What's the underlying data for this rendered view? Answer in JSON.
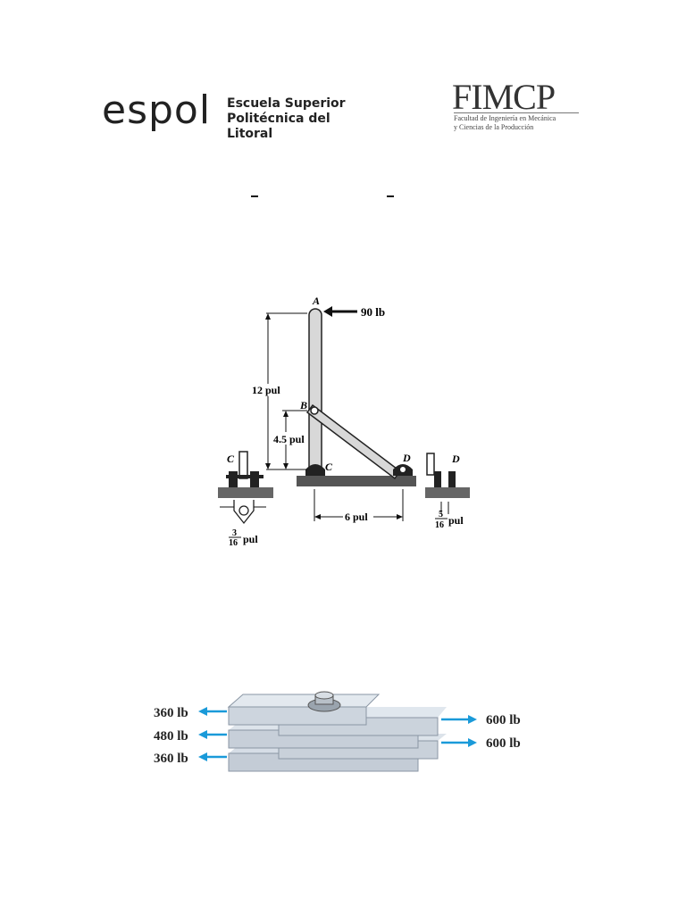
{
  "header": {
    "espol_logo_text": "espol",
    "espol_line1": "Escuela Superior",
    "espol_line2": "Politécnica del Litoral",
    "fimcp_title": "FIMCP",
    "fimcp_line1": "Facultad de Ingeniería en Mecánica",
    "fimcp_line2": "y Ciencias de la Producción"
  },
  "figure1": {
    "label_A": "A",
    "label_B": "B",
    "label_C": "C",
    "label_D": "D",
    "label_C_detail": "C",
    "label_D_detail": "D",
    "force": "90 lb",
    "dim_height": "12 pul",
    "dim_b": "4.5 pul",
    "dim_base": "6 pul",
    "frac_left_num": "3",
    "frac_left_den": "16",
    "frac_left_unit": "pul",
    "frac_right_num": "5",
    "frac_right_den": "16",
    "frac_right_unit": "pul"
  },
  "figure2": {
    "load_top_left": "360 lb",
    "load_mid_left": "480 lb",
    "load_bot_left": "360 lb",
    "load_top_right": "600 lb",
    "load_bot_right": "600 lb",
    "arrow_color": "#1a9ad9"
  }
}
